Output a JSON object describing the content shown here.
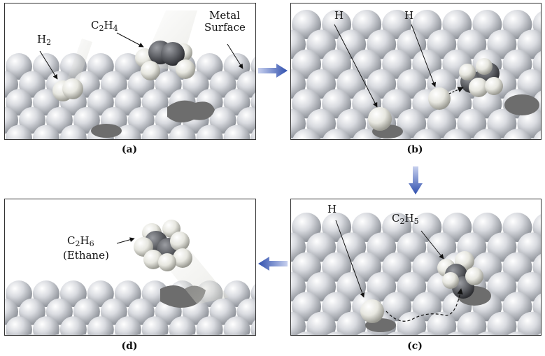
{
  "captions": {
    "a": "(a)",
    "b": "(b)",
    "c": "(c)",
    "d": "(d)"
  },
  "labels": {
    "a_h2": {
      "main": "H",
      "sub": "2"
    },
    "a_c2h4": {
      "p1": "C",
      "s1": "2",
      "p2": "H",
      "s2": "4"
    },
    "a_metal_line1": "Metal",
    "a_metal_line2": "Surface",
    "b_h_left": "H",
    "b_h_right": "H",
    "c_h": "H",
    "c_c2h5": {
      "p1": "C",
      "s1": "2",
      "p2": "H",
      "s2": "5"
    },
    "d_c2h6": {
      "p1": "C",
      "s1": "2",
      "p2": "H",
      "s2": "6"
    },
    "d_ethane": "(Ethane)"
  },
  "colors": {
    "sphere_light": "#f2f2f2",
    "sphere_dark": "#9a9da3",
    "carbon": "#55575c",
    "hydrogen": "#e8e8e2",
    "arrow_blue": "#3b5bb5",
    "shadow": "#6d6d6d"
  }
}
